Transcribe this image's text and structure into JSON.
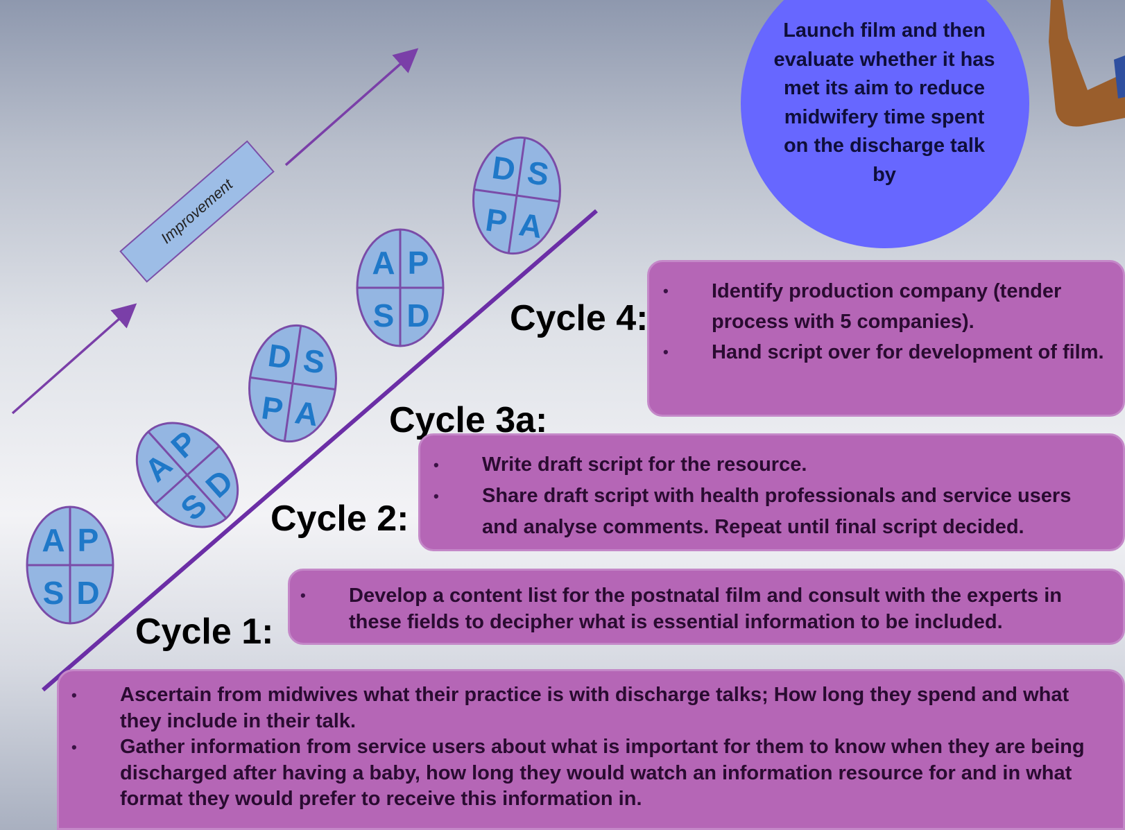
{
  "improvement_label": "Improvement",
  "goal": {
    "text": "Launch film and then evaluate whether it has met  its aim to reduce midwifery time spent on the discharge talk by"
  },
  "pdsa_wheels": [
    {
      "top_left": "A",
      "top_right": "P",
      "bottom_left": "S",
      "bottom_right": "D"
    },
    {
      "top_left": "A",
      "top_right": "P",
      "bottom_left": "S",
      "bottom_right": "D"
    },
    {
      "top_left": "D",
      "top_right": "S",
      "bottom_left": "P",
      "bottom_right": "A"
    },
    {
      "top_left": "A",
      "top_right": "P",
      "bottom_left": "S",
      "bottom_right": "D"
    },
    {
      "top_left": "D",
      "top_right": "S",
      "bottom_left": "P",
      "bottom_right": "A"
    }
  ],
  "cycles": {
    "cycle1": {
      "label": "Cycle 1:"
    },
    "cycle2": {
      "label": "Cycle 2:"
    },
    "cycle3a": {
      "label": "Cycle 3a:"
    },
    "cycle4": {
      "label": "Cycle 4:"
    }
  },
  "boxes": {
    "base": {
      "items": [
        "Ascertain from midwives what their practice is with discharge talks; How long they spend and what they include in their talk.",
        "Gather information from service users about what is important for them to know when they are being discharged after having a baby, how long they would watch an information resource for and in what format they would prefer to receive this information in."
      ]
    },
    "cycle1": {
      "items": [
        "Develop a content list for the postnatal film and consult with the experts in these fields to decipher what is essential information to be included."
      ]
    },
    "cycle2": {
      "items": [
        "Write draft script for the resource.",
        "Share draft script with health professionals and service users and analyse comments. Repeat until final script decided."
      ]
    },
    "cycle4": {
      "items": [
        "Identify production company (tender process with 5 companies).",
        "Hand script over for development of film."
      ]
    }
  }
}
